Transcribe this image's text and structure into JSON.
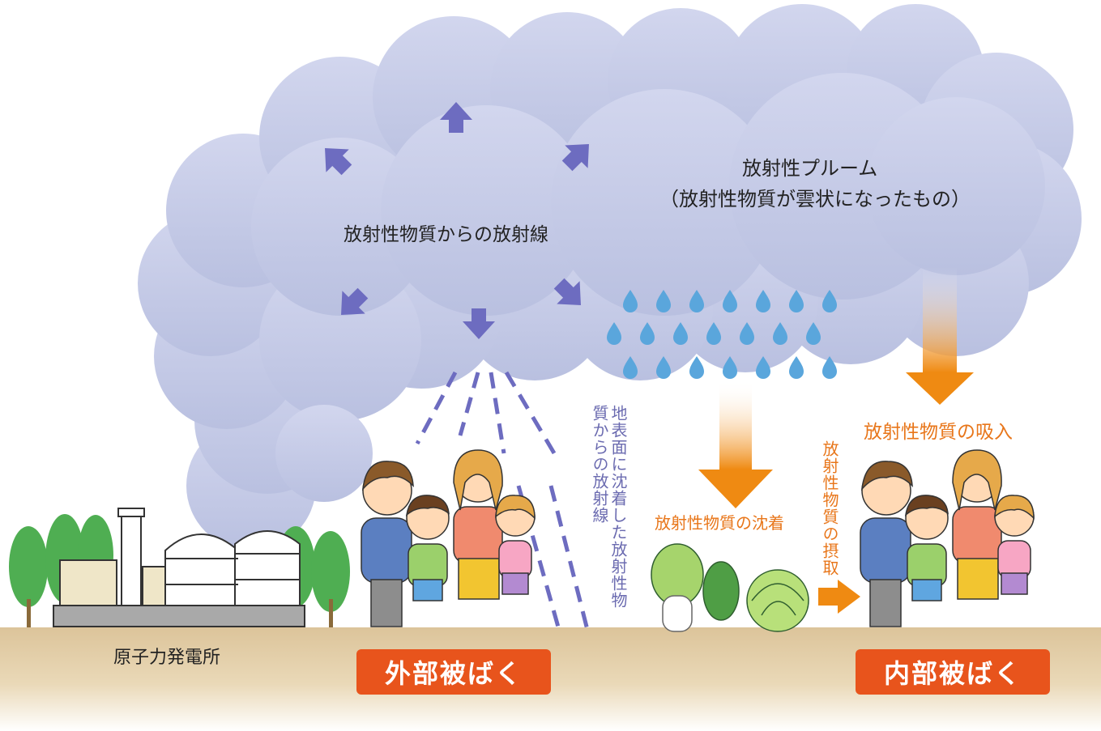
{
  "labels": {
    "plume_title": "放射性プルーム",
    "plume_subtitle": "（放射性物質が雲状になったもの）",
    "radiation_from_material": "放射性物質からの放射線",
    "ground_radiation": "地表面に沈着した放射性物質からの放射線",
    "deposition": "放射性物質の沈着",
    "inhalation": "放射性物質の吸入",
    "ingestion": "放射性物質の摂取",
    "power_plant": "原子力発電所",
    "external_exposure": "外部被ばく",
    "internal_exposure": "内部被ばく"
  },
  "colors": {
    "cloud": "#c5cbe6",
    "radiation_arrow": "#6d6cc0",
    "raindrop": "#5aa6dc",
    "orange_arrow": "#ef8a12",
    "orange_text": "#e8761a",
    "badge": "#e8541c",
    "ground": "#e3cfa6",
    "tree": "#4fae52"
  },
  "icons": {
    "radiation_arrows": "arrow-icon",
    "raindrops": "raindrop-icon",
    "trees": "tree-icon",
    "power_plant": "power-plant-icon",
    "family": "family-icon",
    "vegetables": "vegetable-icon"
  }
}
